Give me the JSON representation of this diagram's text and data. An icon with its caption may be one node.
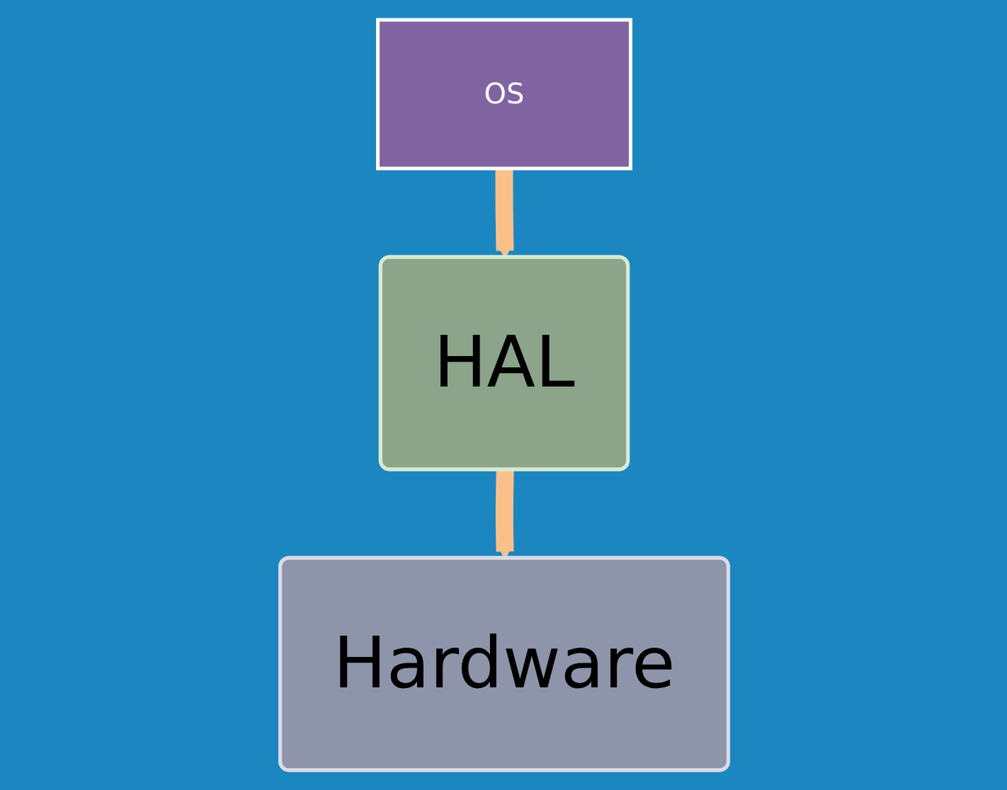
{
  "diagram": {
    "nodes": [
      {
        "text": [
          "OS"
        ]
      },
      {
        "text": [
          "HAL"
        ]
      },
      {
        "text": [
          "Hardware"
        ]
      }
    ],
    "edges": [
      {
        "from": 0,
        "to": 1,
        "arrow": "to"
      },
      {
        "from": 1,
        "to": 2,
        "arrow": "to"
      }
    ]
  }
}
